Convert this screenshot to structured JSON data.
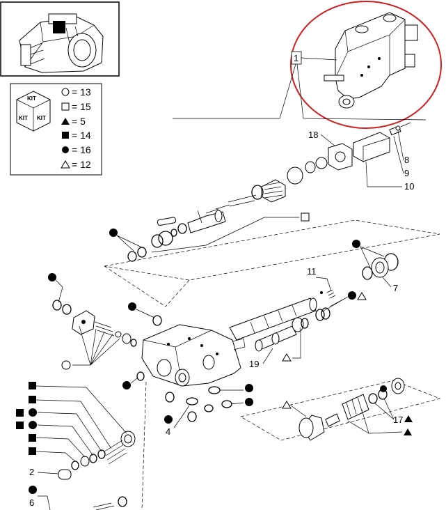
{
  "legend": {
    "kit_word": "KIT",
    "entries": [
      {
        "symbol": "circle-open",
        "text": "= 13"
      },
      {
        "symbol": "square-open",
        "text": "= 15"
      },
      {
        "symbol": "triangle-filled",
        "text": "= 5"
      },
      {
        "symbol": "square-filled",
        "text": "= 14"
      },
      {
        "symbol": "circle-filled",
        "text": "= 16"
      },
      {
        "symbol": "triangle-open",
        "text": "= 12"
      }
    ]
  },
  "callouts": {
    "ref_1": "1",
    "p18": "18",
    "p8": "8",
    "p9": "9",
    "p10": "10",
    "p11": "11",
    "p7": "7",
    "p19": "19",
    "p4": "4",
    "p17": "17",
    "p2": "2",
    "p6": "6"
  },
  "colors": {
    "highlight": "#d01c1c",
    "ink": "#000000"
  }
}
